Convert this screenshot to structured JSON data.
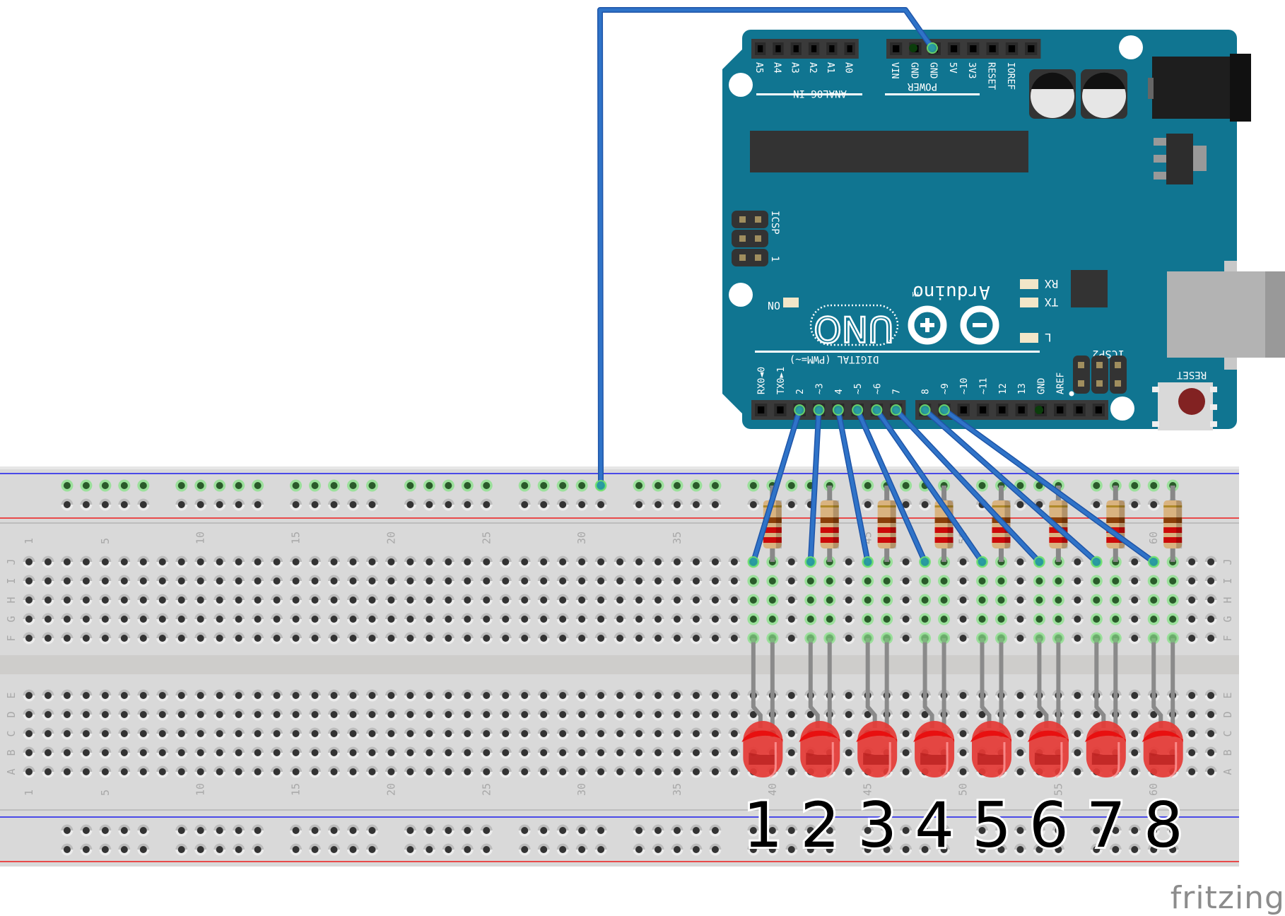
{
  "title": "Arduino UNO driving 8 LEDs on breadboard",
  "brand": "fritzing",
  "colors": {
    "board": "#107591",
    "breadboard": "#d9d9d9",
    "channel": "#cecdcb",
    "wire": "#2f73c8",
    "wire_edge": "#1f55a8",
    "rail_blue": "#1a1aee",
    "rail_red": "#ee1a1a",
    "hole": "#333333",
    "hole_active": "#2a5a2a",
    "hole_glow": "#8fe08f",
    "led": "#e53935",
    "resistor_body": "#d9b380",
    "band_brown": "#8a3f0a",
    "band_red": "#cc0a0a",
    "band_gold": "#b08a2a"
  },
  "arduino": {
    "analog_pins": [
      "A5",
      "A4",
      "A3",
      "A2",
      "A1",
      "A0"
    ],
    "analog_label": "ANALOG IN",
    "power_pins": [
      "VIN",
      "GND",
      "GND",
      "5V",
      "3V3",
      "RESET",
      "IOREF"
    ],
    "power_label": "POWER",
    "digital_pins": [
      "RX0◄0",
      "TX0►1",
      "2",
      "~3",
      "4",
      "~5",
      "~6",
      "7",
      "8",
      "~9",
      "~10",
      "~11",
      "12",
      "13",
      "GND",
      "AREF"
    ],
    "digital_label": "DIGITAL (PWM=~)",
    "icsp_label": "ICSP",
    "icsp_pin1": "1",
    "icsp2_label": "ICSP2",
    "logo_text": "Arduino",
    "logo_tm": "TM",
    "model": "UNO",
    "on_label": "ON",
    "rx_label": "RX",
    "tx_label": "TX",
    "l_label": "L",
    "reset_label": "RESET"
  },
  "breadboard": {
    "columns": 63,
    "top_rows": [
      "J",
      "I",
      "H",
      "G",
      "F"
    ],
    "bottom_rows": [
      "E",
      "D",
      "C",
      "B",
      "A"
    ],
    "column_labels": [
      "1",
      "5",
      "10",
      "15",
      "20",
      "25",
      "30",
      "35",
      "40",
      "45",
      "50",
      "55",
      "60"
    ]
  },
  "circuit": {
    "gnd_wire": {
      "from": "GND",
      "to_rail_column": 31
    },
    "leds": [
      {
        "label": "1",
        "arduino_pin": "2",
        "wire_column": 39,
        "resistor_column": 40
      },
      {
        "label": "2",
        "arduino_pin": "3",
        "wire_column": 42,
        "resistor_column": 43
      },
      {
        "label": "3",
        "arduino_pin": "4",
        "wire_column": 45,
        "resistor_column": 46
      },
      {
        "label": "4",
        "arduino_pin": "5",
        "wire_column": 48,
        "resistor_column": 49
      },
      {
        "label": "5",
        "arduino_pin": "6",
        "wire_column": 51,
        "resistor_column": 52
      },
      {
        "label": "6",
        "arduino_pin": "7",
        "wire_column": 54,
        "resistor_column": 55
      },
      {
        "label": "7",
        "arduino_pin": "8",
        "wire_column": 57,
        "resistor_column": 58
      },
      {
        "label": "8",
        "arduino_pin": "9",
        "wire_column": 60,
        "resistor_column": 61
      }
    ]
  }
}
